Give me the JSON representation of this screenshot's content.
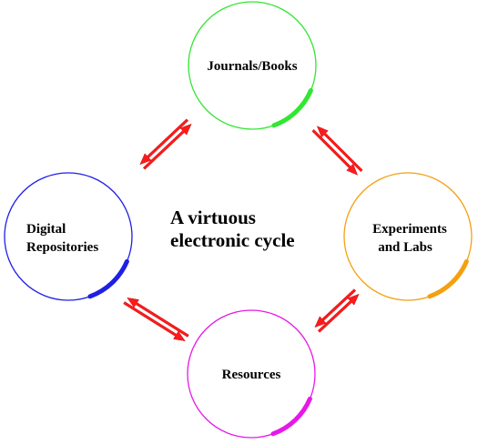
{
  "center_title": {
    "line1": "A virtuous",
    "line2": "electronic cycle"
  },
  "nodes": {
    "journals": {
      "label": "Journals/Books",
      "color": "#33e633"
    },
    "experiments": {
      "line1": "Experiments",
      "line2": "and Labs",
      "color": "#f5a00f"
    },
    "resources": {
      "label": "Resources",
      "color": "#e619e6"
    },
    "repositories": {
      "line1": "Digital",
      "line2": "Repositories",
      "color": "#1f1fe6"
    }
  },
  "arrow_color": "#ff1a1a"
}
